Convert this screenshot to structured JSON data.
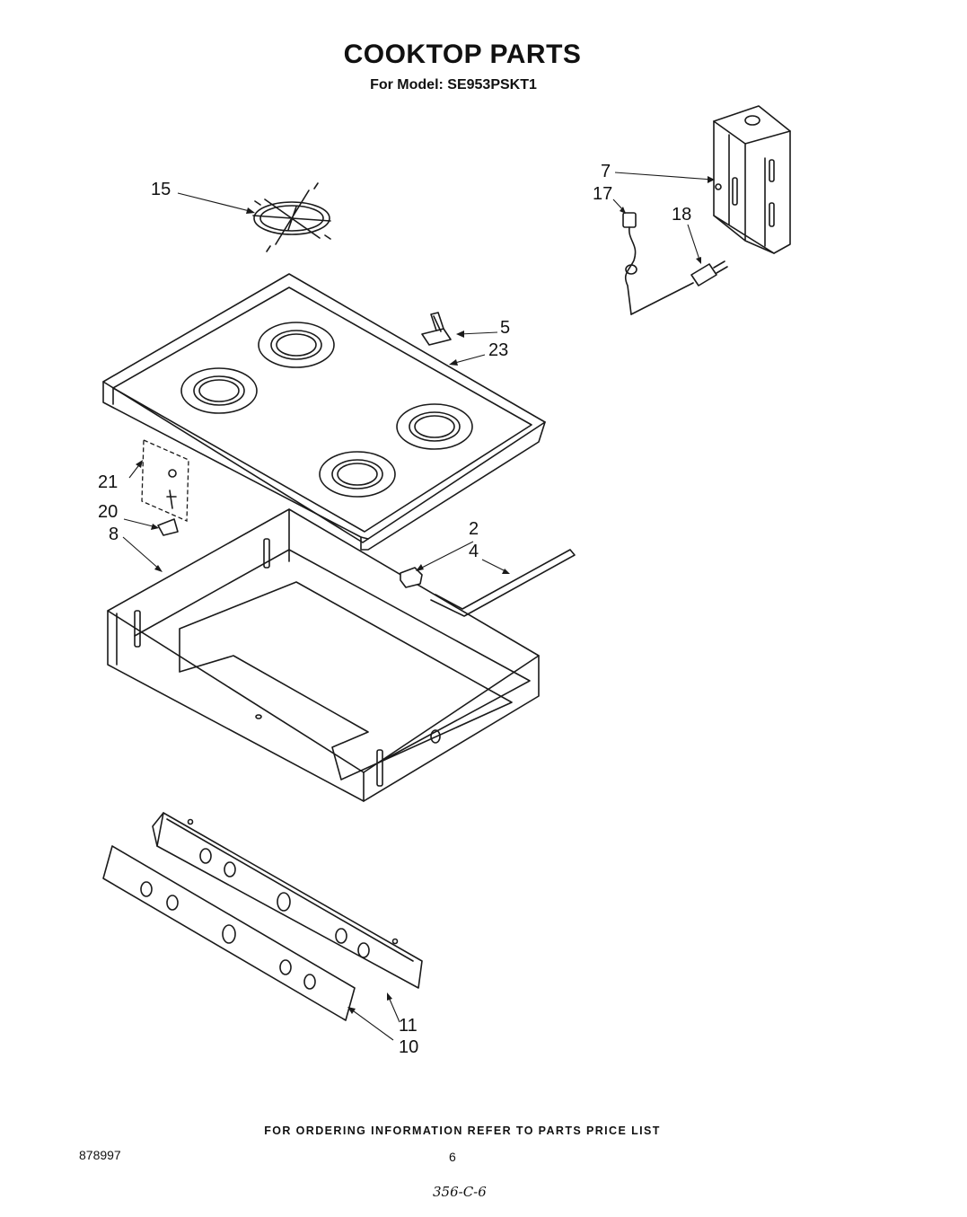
{
  "header": {
    "title": "COOKTOP PARTS",
    "subtitle": "For Model: SE953PSKT1"
  },
  "callouts": [
    "15",
    "7",
    "17",
    "18",
    "5",
    "23",
    "21",
    "20",
    "8",
    "2",
    "4",
    "11",
    "10"
  ],
  "footer": {
    "ordering_note": "FOR ORDERING INFORMATION REFER TO PARTS PRICE LIST",
    "doc_number": "878997",
    "page_number": "6",
    "handwritten_note": "356-C-6"
  }
}
